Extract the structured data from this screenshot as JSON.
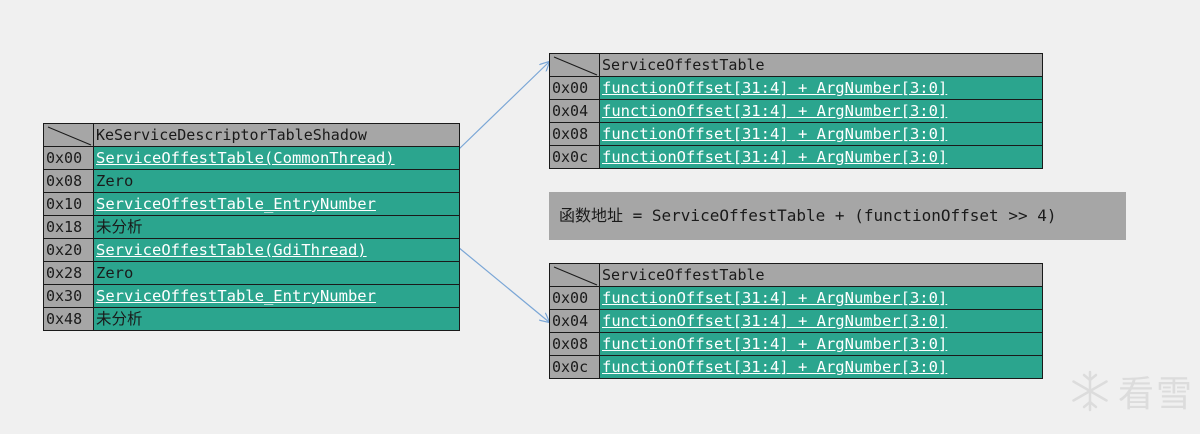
{
  "main_table": {
    "header": "KeServiceDescriptorTableShadow",
    "rows": [
      {
        "offset": "0x00",
        "text": "ServiceOffestTable(CommonThread)",
        "link": true
      },
      {
        "offset": "0x08",
        "text": "Zero",
        "link": false
      },
      {
        "offset": "0x10",
        "text": "ServiceOffestTable_EntryNumber",
        "link": true
      },
      {
        "offset": "0x18",
        "text": "未分析",
        "link": false
      },
      {
        "offset": "0x20",
        "text": "ServiceOffestTable(GdiThread)",
        "link": true
      },
      {
        "offset": "0x28",
        "text": "Zero",
        "link": false
      },
      {
        "offset": "0x30",
        "text": "ServiceOffestTable_EntryNumber",
        "link": true
      },
      {
        "offset": "0x48",
        "text": "未分析",
        "link": false
      }
    ]
  },
  "table_top": {
    "header": "ServiceOffestTable",
    "rows": [
      {
        "offset": "0x00",
        "text": "functionOffset[31:4] + ArgNumber[3:0]",
        "link": true
      },
      {
        "offset": "0x04",
        "text": "functionOffset[31:4] + ArgNumber[3:0]",
        "link": true
      },
      {
        "offset": "0x08",
        "text": "functionOffset[31:4] + ArgNumber[3:0]",
        "link": true
      },
      {
        "offset": "0x0c",
        "text": "functionOffset[31:4] + ArgNumber[3:0]",
        "link": true
      }
    ]
  },
  "table_bottom": {
    "header": "ServiceOffestTable",
    "rows": [
      {
        "offset": "0x00",
        "text": "functionOffset[31:4] + ArgNumber[3:0]",
        "link": true
      },
      {
        "offset": "0x04",
        "text": "functionOffset[31:4] + ArgNumber[3:0]",
        "link": true
      },
      {
        "offset": "0x08",
        "text": "functionOffset[31:4] + ArgNumber[3:0]",
        "link": true
      },
      {
        "offset": "0x0c",
        "text": "functionOffset[31:4] + ArgNumber[3:0]",
        "link": true
      }
    ]
  },
  "formula": "函数地址 = ServiceOffestTable + (functionOffset >> 4)",
  "watermark": {
    "icon": "snowflake-icon",
    "text": "看雪"
  },
  "colors": {
    "cell": "#2ba58e",
    "header": "#a6a6a6",
    "arrow": "#7aa6d6"
  }
}
